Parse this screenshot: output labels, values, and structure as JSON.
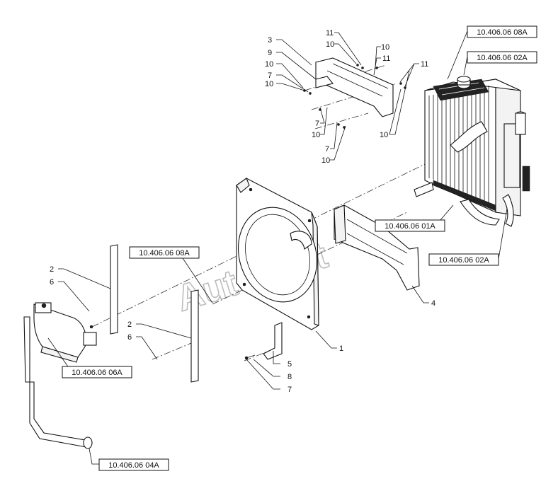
{
  "watermark": "AutoSoft",
  "references": {
    "r1": "10.406.06 08A",
    "r2": "10.406.06 02A",
    "r3": "10.406.06 01A",
    "r4": "10.406.06 02A",
    "r5": "10.406.06 08A",
    "r6": "10.406.06 06A",
    "r7": "10.406.06 04A"
  },
  "callouts": {
    "c3": "3",
    "c9": "9",
    "c10a": "10",
    "c7a": "7",
    "c11a": "11",
    "c10b": "10",
    "c10c": "10",
    "c11b": "11",
    "c11c": "11",
    "c7b": "7",
    "c10d": "10",
    "c7c": "7",
    "c10e": "10",
    "c10f": "10",
    "c2a": "2",
    "c6a": "6",
    "c2b": "2",
    "c6b": "6",
    "c1": "1",
    "c4": "4",
    "c5": "5",
    "c8": "8",
    "c7d": "7"
  }
}
